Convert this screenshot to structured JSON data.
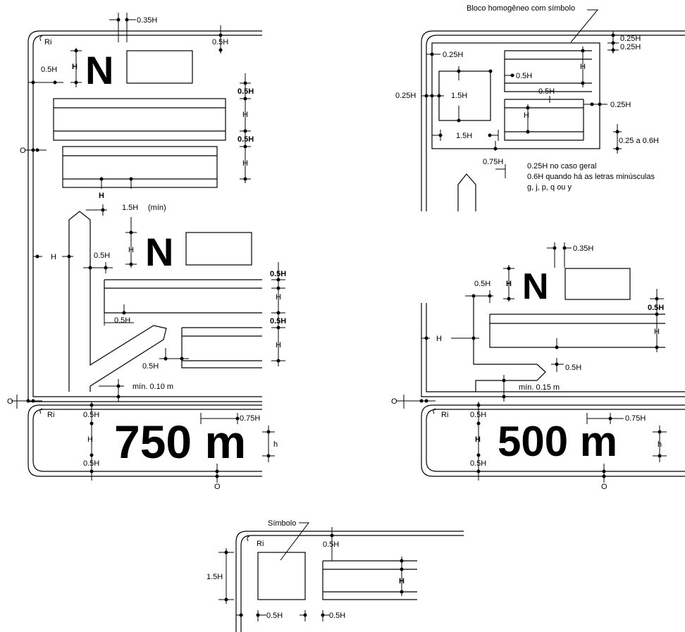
{
  "labels": {
    "h035": "0.35H",
    "h05": "0.5H",
    "h025": "0.25H",
    "h075": "0.75H",
    "h15": "1.5H",
    "h": "H",
    "hl": "h",
    "ri": "Ri",
    "o": "O",
    "min": "(mín)",
    "n": "N",
    "min010": "mín. 0.10 m",
    "min015": "mín. 0.15 m",
    "r025a06": "0.25 a 0.6H"
  },
  "distance_750": "750 m",
  "distance_500": "500 m",
  "callouts": {
    "bloco": "Bloco homogêneo com símbolo",
    "simbolo": "Símbolo"
  },
  "notes": {
    "line1": "0.25H no caso geral",
    "line2": "0.6H quando há as letras minúsculas",
    "line3": "g, j, p, q ou y"
  }
}
